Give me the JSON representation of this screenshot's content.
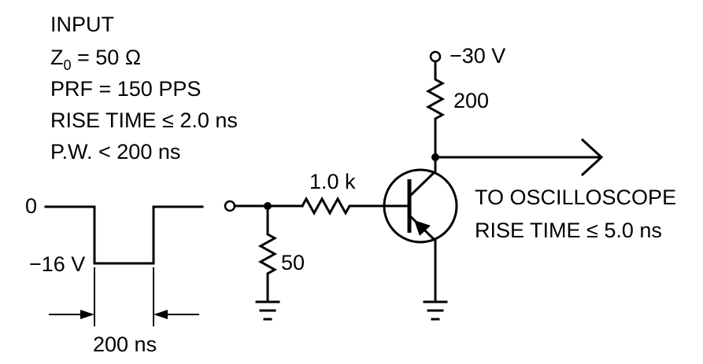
{
  "input_spec": {
    "title": "INPUT",
    "z0_prefix": "Z",
    "z0_subscript": "0",
    "z0_value": " = 50 Ω",
    "prf": "PRF = 150 PPS",
    "rise_time": "RISE TIME ≤ 2.0 ns",
    "pulse_width": "P.W. < 200 ns"
  },
  "waveform": {
    "high_level": "0",
    "low_level": "−16 V",
    "width_label": "200 ns"
  },
  "components": {
    "termination_resistor": "50",
    "series_resistor": "1.0 k",
    "collector_resistor": "200",
    "supply_voltage": "−30 V"
  },
  "output": {
    "line1": "TO OSCILLOSCOPE",
    "line2": "RISE TIME ≤ 5.0 ns"
  }
}
